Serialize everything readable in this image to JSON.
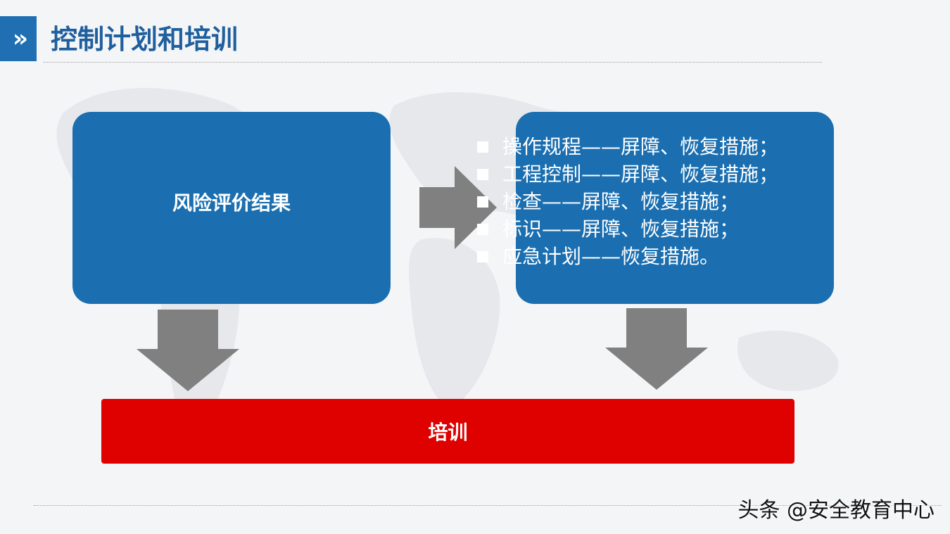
{
  "header": {
    "badge_icon": "double-chevron-right",
    "title": "控制计划和培训"
  },
  "flow": {
    "left_box_label": "风险评价结果",
    "right_box_items": [
      "操作规程——屏障、恢复措施；",
      "工程控制——屏障、恢复措施；",
      "检查——屏障、恢复措施；",
      "标识——屏障、恢复措施；",
      "应急计划——恢复措施。"
    ],
    "bottom_bar_label": "培训"
  },
  "watermark": "头条 @安全教育中心",
  "colors": {
    "blue": "#1b6fb0",
    "red": "#df0000",
    "arrow": "#808080",
    "title": "#1f5f9e"
  }
}
